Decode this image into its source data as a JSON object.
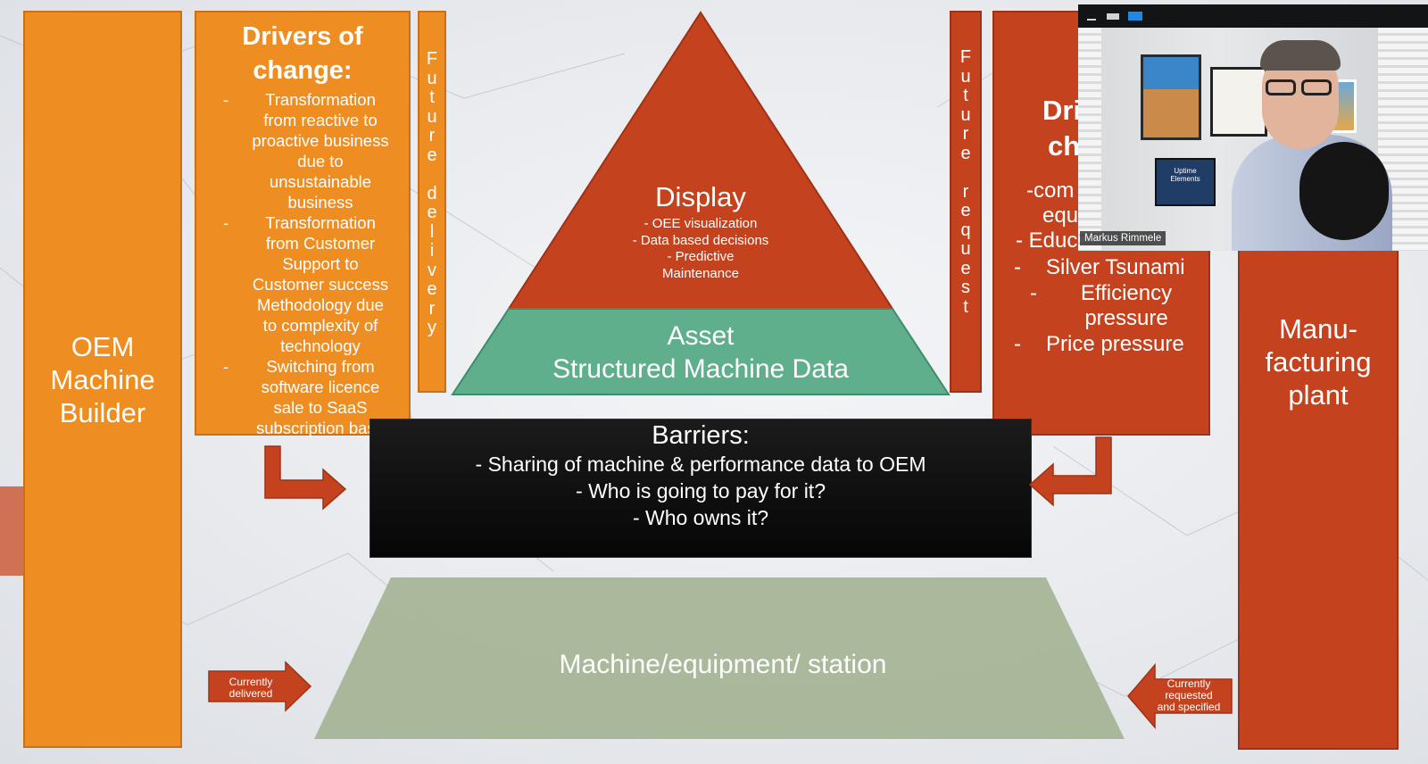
{
  "slide": {
    "oem_box": "OEM\nMachine\nBuilder",
    "drivers_left": {
      "title": "Drivers of\nchange:",
      "items": [
        "Transformation\nfrom reactive to\nproactive business\ndue to\nunsustainable\nbusiness",
        "Transformation\nfrom Customer\nSupport to\nCustomer success\nMethodology due\nto complexity of\ntechnology",
        "Switching from\nsoftware licence\nsale to SaaS\nsubscription base"
      ]
    },
    "future_delivery": [
      "F",
      "u",
      "t",
      "u",
      "r",
      "e",
      "",
      "d",
      "e",
      "l",
      "i",
      "v",
      "e",
      "r",
      "y"
    ],
    "future_request": [
      "F",
      "u",
      "t",
      "u",
      "r",
      "e",
      "",
      "r",
      "e",
      "q",
      "u",
      "e",
      "s",
      "t"
    ],
    "pyramid": {
      "display_title": "Display",
      "display_items": [
        "- OEE visualization",
        "-   Data based decisions",
        "-   Predictive\n    Maintenance"
      ],
      "asset": "Asset\nStructured Machine Data"
    },
    "barriers": {
      "title": "Barriers:",
      "items": [
        "-      Sharing of machine &  performance data to OEM",
        "-      Who is going to pay for it?",
        "-      Who owns it?"
      ]
    },
    "drivers_right": {
      "title_line1": "Driv",
      "title_line2": "ch",
      "partial_lines": [
        "-com",
        "equ",
        "- Educ"
      ],
      "items": [
        "Silver Tsunami",
        "Efficiency\npressure",
        "Price pressure"
      ],
      "dashes": [
        "-",
        "-",
        "-"
      ]
    },
    "manufacturing_box": "Manu-\nfacturing\nplant",
    "machine_label": "Machine/equipment/ station",
    "arrow_left_label": "Currently\ndelivered",
    "arrow_right_label": "Currently\nrequested\nand specified"
  },
  "video_overlay": {
    "participant_name": "Markus Rimmele",
    "poster_text": "Uptime\nElements"
  },
  "colors": {
    "orange": "#ee8d22",
    "rust": "#c4421e",
    "teal": "#5fae8c",
    "sage": "#a4b394",
    "black": "#0d0d0d"
  }
}
